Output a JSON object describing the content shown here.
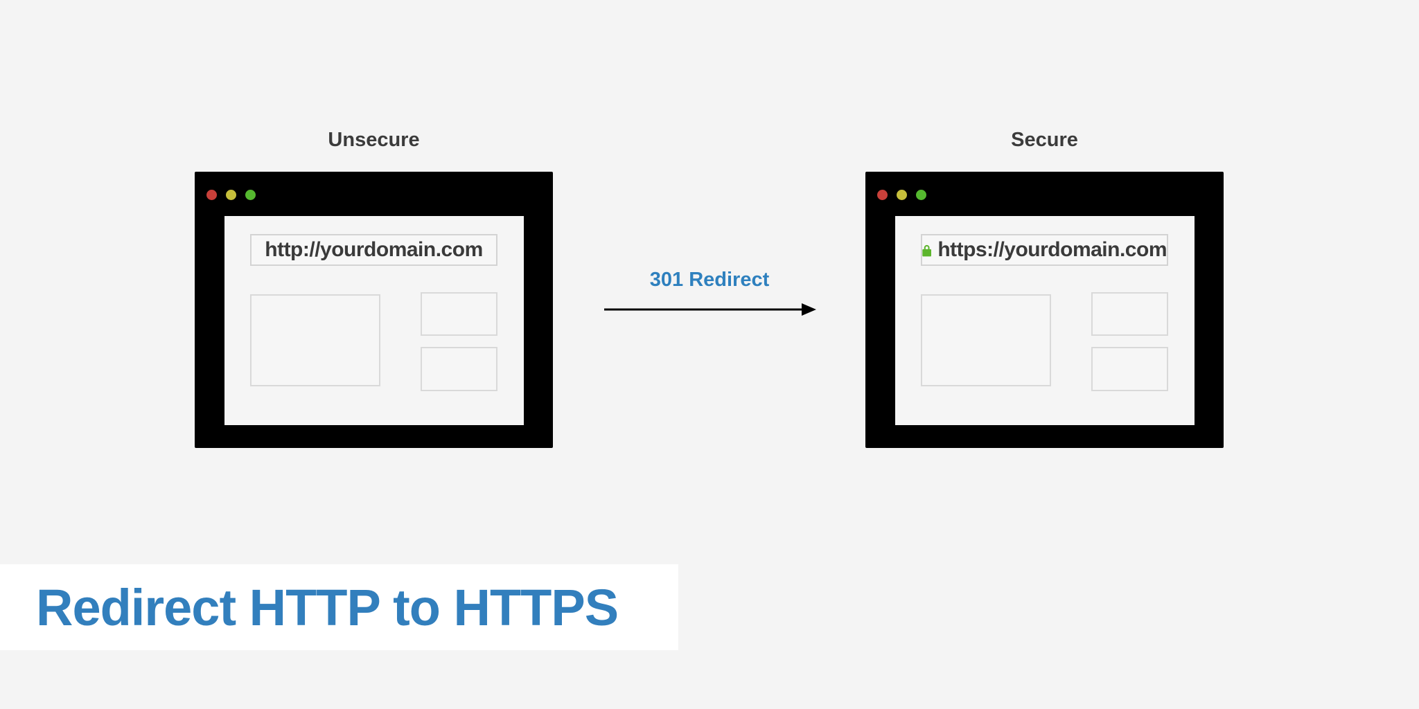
{
  "banner": {
    "title": "Redirect HTTP to HTTPS",
    "background": "#ffffff"
  },
  "arrow": {
    "label": "301 Redirect",
    "direction": "right"
  },
  "windows": [
    {
      "label": "Unsecure",
      "url": "http://yourdomain.com",
      "has_lock": false
    },
    {
      "label": "Secure",
      "url": "https://yourdomain.com",
      "has_lock": true
    }
  ],
  "icons": {
    "traffic_lights": [
      "red-close-light",
      "yellow-minimize-light",
      "green-zoom-light"
    ],
    "lock": "lock-icon",
    "arrow": "right-arrow-icon"
  },
  "colors": {
    "page_background": "#f4f4f4",
    "window_frame": "#000000",
    "window_content": "#f5f5f5",
    "traffic_red": "#c8403a",
    "traffic_yellow": "#c6bf3b",
    "traffic_green": "#55b82f",
    "lock_green": "#5cb52c",
    "accent_blue": "#2e80be",
    "text_dark": "#3b3b3b",
    "box_border": "#d9d9d9",
    "arrow_black": "#000000"
  }
}
